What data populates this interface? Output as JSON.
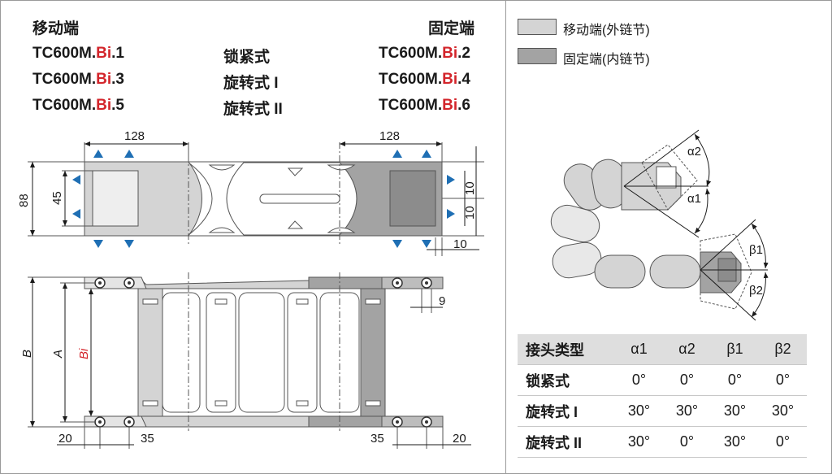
{
  "header": {
    "left_title": "移动端",
    "right_title": "固定端",
    "models_left": [
      {
        "prefix": "TC600M.",
        "bi": "Bi",
        "suffix": ".1"
      },
      {
        "prefix": "TC600M.",
        "bi": "Bi",
        "suffix": ".3"
      },
      {
        "prefix": "TC600M.",
        "bi": "Bi",
        "suffix": ".5"
      }
    ],
    "types_middle": [
      "锁紧式",
      "旋转式 I",
      "旋转式 II"
    ],
    "models_right": [
      {
        "prefix": "TC600M.",
        "bi": "Bi",
        "suffix": ".2"
      },
      {
        "prefix": "TC600M.",
        "bi": "Bi",
        "suffix": ".4"
      },
      {
        "prefix": "TC600M.",
        "bi": "Bi",
        "suffix": ".6"
      }
    ]
  },
  "legend": [
    {
      "label": "移动端(外链节)",
      "color": "#d4d4d4"
    },
    {
      "label": "固定端(内链节)",
      "color": "#a3a3a3"
    }
  ],
  "dimensions": {
    "top_width_left": "128",
    "top_width_right": "128",
    "height_88": "88",
    "height_45": "45",
    "ten_a": "10",
    "ten_b": "10",
    "ten_c": "10",
    "nine": "9",
    "b_label": "B",
    "a_label": "A",
    "bi_label": "Bi",
    "bottom_20_left": "20",
    "bottom_35_left": "35",
    "bottom_35_right": "35",
    "bottom_20_right": "20"
  },
  "angles": {
    "alpha2": "α2",
    "alpha1": "α1",
    "beta1": "β1",
    "beta2": "β2"
  },
  "table": {
    "headers": [
      "接头类型",
      "α1",
      "α2",
      "β1",
      "β2"
    ],
    "rows": [
      {
        "type": "锁紧式",
        "values": [
          "0°",
          "0°",
          "0°",
          "0°"
        ]
      },
      {
        "type": "旋转式 I",
        "values": [
          "30°",
          "30°",
          "30°",
          "30°"
        ]
      },
      {
        "type": "旋转式 II",
        "values": [
          "30°",
          "0°",
          "30°",
          "0°"
        ]
      }
    ]
  },
  "colors": {
    "accent_red": "#d3252b",
    "arrow_blue": "#1f6fb4",
    "moving_gray": "#d4d4d4",
    "fixed_gray": "#a3a3a3"
  }
}
